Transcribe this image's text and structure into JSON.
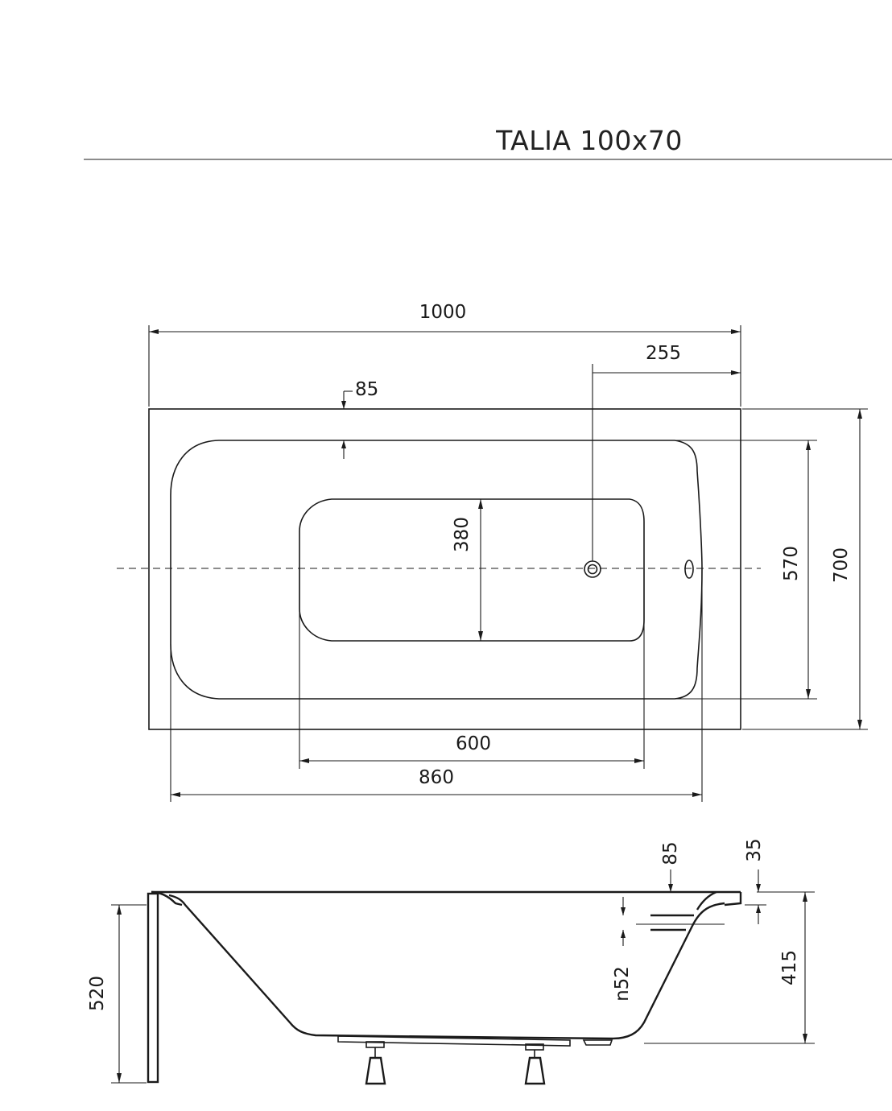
{
  "header": {
    "title": "TALIA 100x70"
  },
  "plan_view": {
    "overall_length": "1000",
    "drain_offset": "255",
    "rim_width": "85",
    "inner_basin_width": "380",
    "inner_width": "570",
    "overall_width": "700",
    "basin_length": "600",
    "inner_length": "860"
  },
  "side_view": {
    "rim_width": "85",
    "rim_thickness": "35",
    "overflow_label": "n52",
    "depth": "415",
    "total_height": "520"
  }
}
